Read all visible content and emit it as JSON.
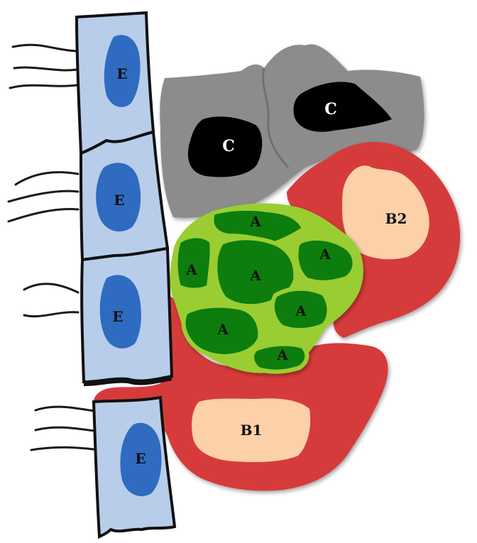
{
  "labels": {
    "epithelial": "E",
    "cell_a": "A",
    "cell_b1": "B1",
    "cell_b2": "B2",
    "cell_c": "C"
  },
  "colors": {
    "epithelial_fill": "#b8cde9",
    "epithelial_nucleus": "#2f6bc0",
    "cell_a_outer": "#9acd32",
    "cell_a_inner": "#0a7d0a",
    "cell_b_body": "#d63b3b",
    "cell_b_nucleus": "#fcd0a8",
    "cell_c_body": "#8c8c8c",
    "cell_c_nucleus": "#050505"
  }
}
